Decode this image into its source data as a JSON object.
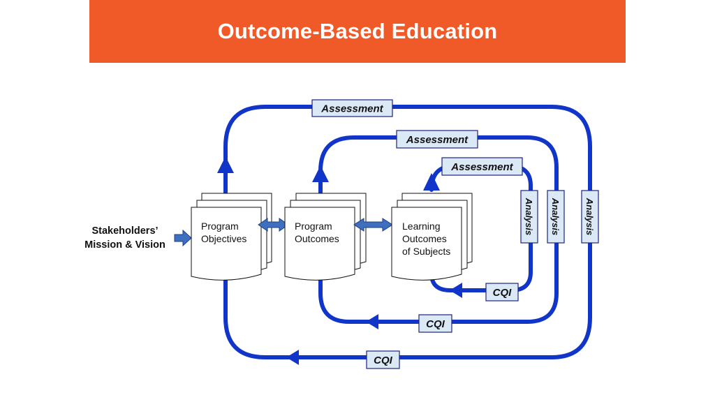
{
  "title": "Outcome-Based Education",
  "stakeholders": {
    "line1": "Stakeholders’",
    "line2": "Mission & Vision"
  },
  "documents": [
    {
      "lines": [
        "Program",
        "Objectives"
      ]
    },
    {
      "lines": [
        "Program",
        "Outcomes"
      ]
    },
    {
      "lines": [
        "Learning",
        "Outcomes",
        "of Subjects"
      ]
    }
  ],
  "loop_labels": {
    "assessment": [
      "Assessment",
      "Assessment",
      "Assessment"
    ],
    "analysis": [
      "Analysis",
      "Analysis",
      "Analysis"
    ],
    "cqi": [
      "CQI",
      "CQI",
      "CQI"
    ]
  },
  "colors": {
    "banner": "#f05a28",
    "loop": "#1035c8",
    "label_fill": "#dbe9f7"
  }
}
